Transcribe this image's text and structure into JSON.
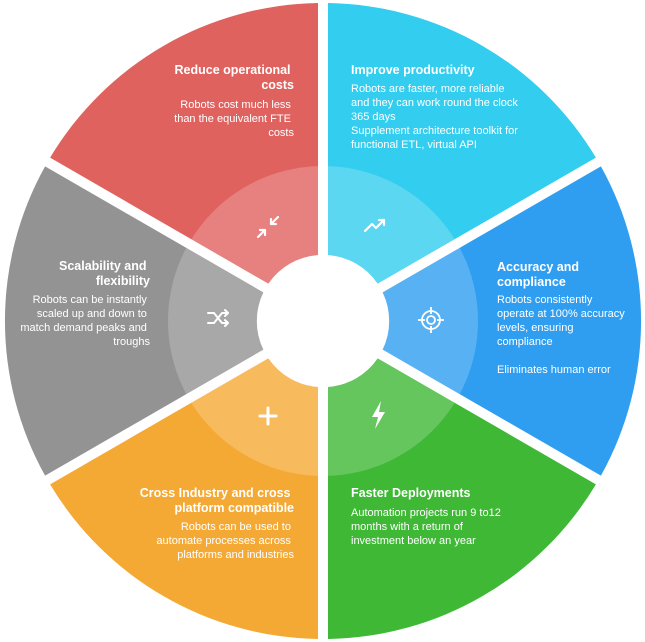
{
  "segments": [
    {
      "key": "reduce",
      "color": "#e0625f",
      "icon": "compress-arrows-icon",
      "title": [
        "Reduce operational",
        "costs"
      ],
      "body": [
        "Robots cost much less",
        "than the equivalent FTE",
        "costs"
      ]
    },
    {
      "key": "productivity",
      "color": "#33cdef",
      "icon": "trending-up-icon",
      "title": [
        "Improve productivity"
      ],
      "body": [
        "Robots are faster, more reliable",
        "and they can work round the clock",
        "365 days",
        "Supplement architecture toolkit for",
        "functional ETL, virtual API"
      ]
    },
    {
      "key": "accuracy",
      "color": "#2f9ef0",
      "icon": "target-crosshair-icon",
      "title": [
        "Accuracy and",
        "compliance"
      ],
      "body": [
        "Robots consistently",
        "operate at 100% accuracy",
        "levels, ensuring",
        "compliance",
        "",
        "Eliminates human error"
      ]
    },
    {
      "key": "deployments",
      "color": "#3fb836",
      "icon": "lightning-bolt-icon",
      "title": [
        "Faster Deployments"
      ],
      "body": [
        "Automation projects run 9 to12",
        "months with a return of",
        "investment below an year"
      ]
    },
    {
      "key": "crossindustry",
      "color": "#f5a935",
      "icon": "plus-icon",
      "title": [
        "Cross Industry and cross",
        "platform compatible"
      ],
      "body": [
        "Robots can be used to",
        "automate processes across",
        "platforms and industries"
      ]
    },
    {
      "key": "scalability",
      "color": "#939393",
      "icon": "shuffle-icon",
      "title": [
        "Scalability and",
        "flexibility"
      ],
      "body": [
        "Robots can be instantly",
        "scaled up and down to",
        "match demand peaks and",
        "troughs"
      ]
    }
  ]
}
